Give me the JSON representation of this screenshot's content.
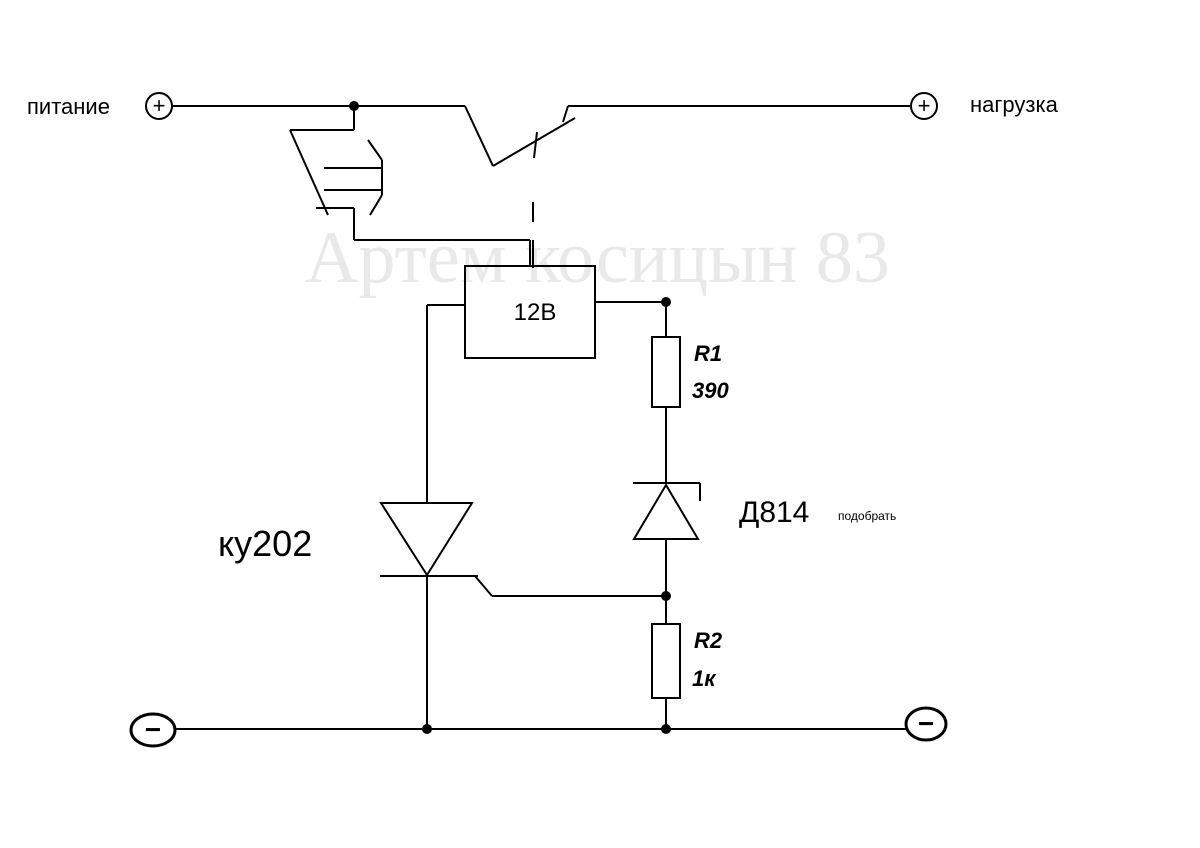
{
  "watermark": "Артем косицын 83",
  "terminals": {
    "supply_label": "питание",
    "load_label": "нагрузка",
    "plus_symbol": "+",
    "minus_symbol": "−"
  },
  "components": {
    "relay_coil_label": "12В",
    "r1_name": "R1",
    "r1_value": "390",
    "zener_name": "Д814",
    "zener_note": "подобрать",
    "r2_name": "R2",
    "r2_value": "1к",
    "thyristor_name": "ку202"
  }
}
